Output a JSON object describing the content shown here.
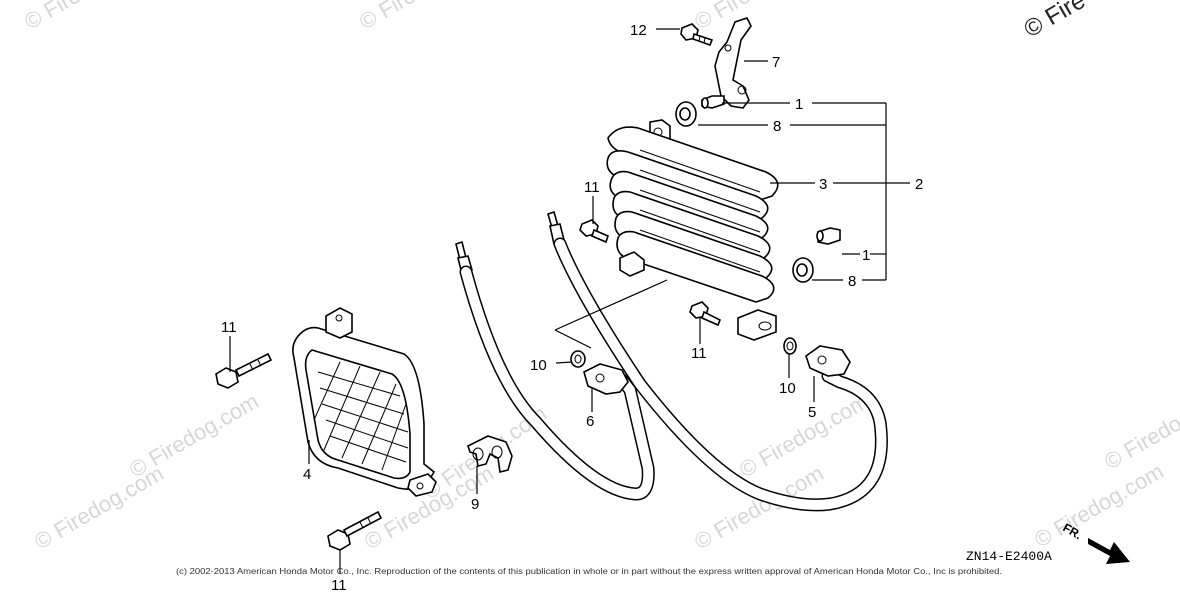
{
  "watermark": {
    "text": "© Firedog.com",
    "top_right_text": "© Fire"
  },
  "diagram_ref": "ZN14-E2400A",
  "direction_label": "FR.",
  "copyright": "(c) 2002-2013 American Honda Motor Co., Inc. Reproduction of the contents of this publication in whole or in part without the express written approval of American Honda Motor Co., Inc is prohibited.",
  "callouts": {
    "c1a": "1",
    "c1b": "1",
    "c2": "2",
    "c3": "3",
    "c4": "4",
    "c5": "5",
    "c6": "6",
    "c7": "7",
    "c8a": "8",
    "c8b": "8",
    "c9": "9",
    "c10a": "10",
    "c10b": "10",
    "c11a": "11",
    "c11b": "11",
    "c11c": "11",
    "c11d": "11",
    "c12": "12"
  },
  "colors": {
    "line": "#000000",
    "watermark": "#d6d6d6",
    "background": "#ffffff"
  }
}
